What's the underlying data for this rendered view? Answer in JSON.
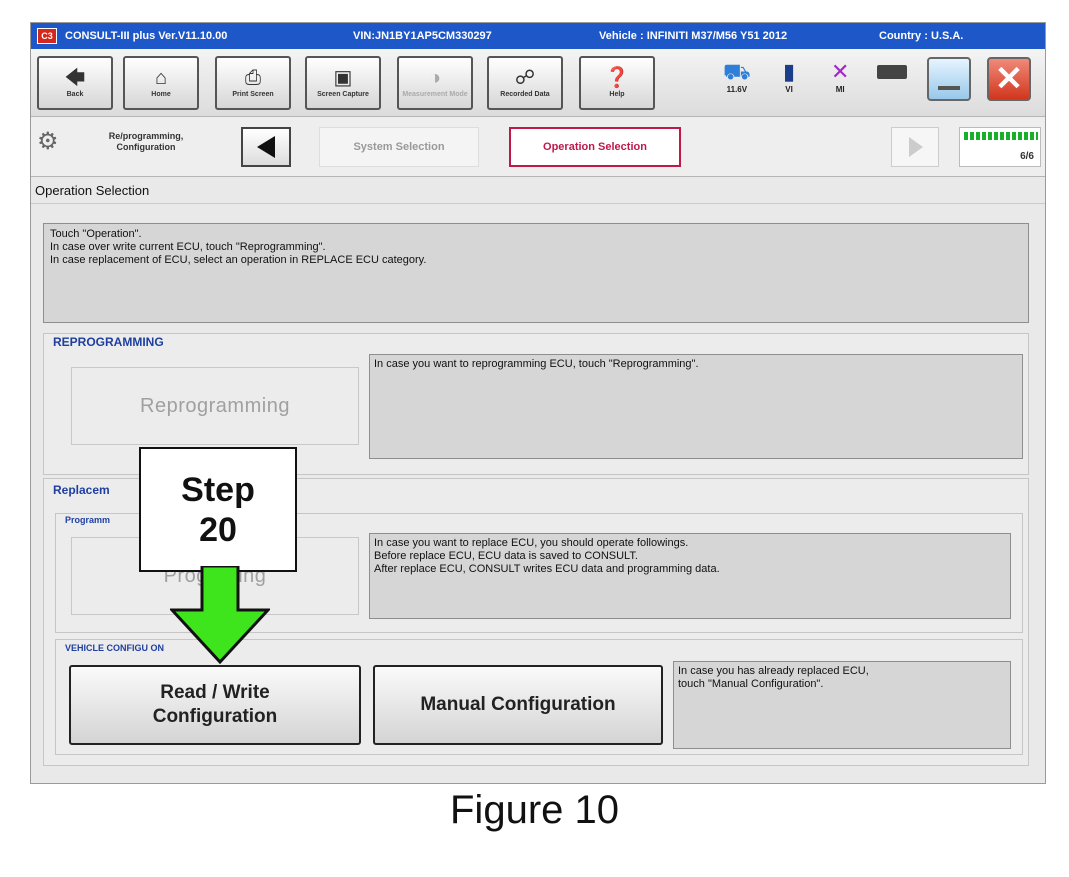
{
  "titlebar": {
    "app": "CONSULT-III plus  Ver.V11.10.00",
    "vin": "VIN:JN1BY1AP5CM330297",
    "vehicle": "Vehicle : INFINITI M37/M56 Y51 2012",
    "country": "Country : U.S.A.",
    "logo_text": "C3"
  },
  "toolbar": {
    "buttons": [
      {
        "label": "Back",
        "icon": "back-arrow-icon"
      },
      {
        "label": "Home",
        "icon": "home-icon"
      },
      {
        "label": "Print Screen",
        "icon": "printer-icon"
      },
      {
        "label": "Screen Capture",
        "icon": "camera-icon"
      },
      {
        "label": "Measurement Mode",
        "icon": "measure-icon"
      },
      {
        "label": "Recorded Data",
        "icon": "recorded-data-icon"
      },
      {
        "label": "Help",
        "icon": "help-icon"
      }
    ],
    "status": [
      {
        "label": "11.6V",
        "icon": "car-battery-icon"
      },
      {
        "label": "VI",
        "icon": "vi-signal-icon"
      },
      {
        "label": "MI",
        "icon": "mi-disconnected-icon"
      }
    ]
  },
  "navbar": {
    "section_label": "Re/programming, Configuration",
    "crumbs": [
      "System Selection",
      "Operation Selection"
    ],
    "progress_text": "6/6",
    "progress_fraction": 1.0
  },
  "screen_title": "Operation Selection",
  "instructions": [
    "Touch \"Operation\".",
    "In case over write current ECU, touch \"Reprogramming\".",
    "In case replacement of ECU, select an operation in REPLACE ECU category."
  ],
  "reprogramming": {
    "title": "REPROGRAMMING",
    "button": "Reprogramming",
    "desc": "In case you want to reprogramming ECU, touch \"Reprogramming\"."
  },
  "replacement": {
    "title": "Replacem",
    "programming_sub": "Programm",
    "button": "Progr         ming",
    "desc": [
      "In case you want to replace ECU, you should operate followings.",
      "Before replace ECU, ECU data is saved to CONSULT.",
      "After replace ECU, CONSULT writes ECU data and programming data."
    ],
    "vehicle_config_sub": "VEHICLE CONFIGU       ON",
    "read_write_button": [
      "Read / Write",
      "Configuration"
    ],
    "manual_button": "Manual Configuration",
    "manual_desc": [
      "In case you has already replaced ECU,",
      "touch \"Manual Configuration\"."
    ]
  },
  "callout": {
    "line1": "Step",
    "line2": "20"
  },
  "caption": "Figure 10",
  "colors": {
    "accent": "#1d57c8",
    "crumb_active": "#c0184a",
    "arrow": "#3ee51c"
  }
}
